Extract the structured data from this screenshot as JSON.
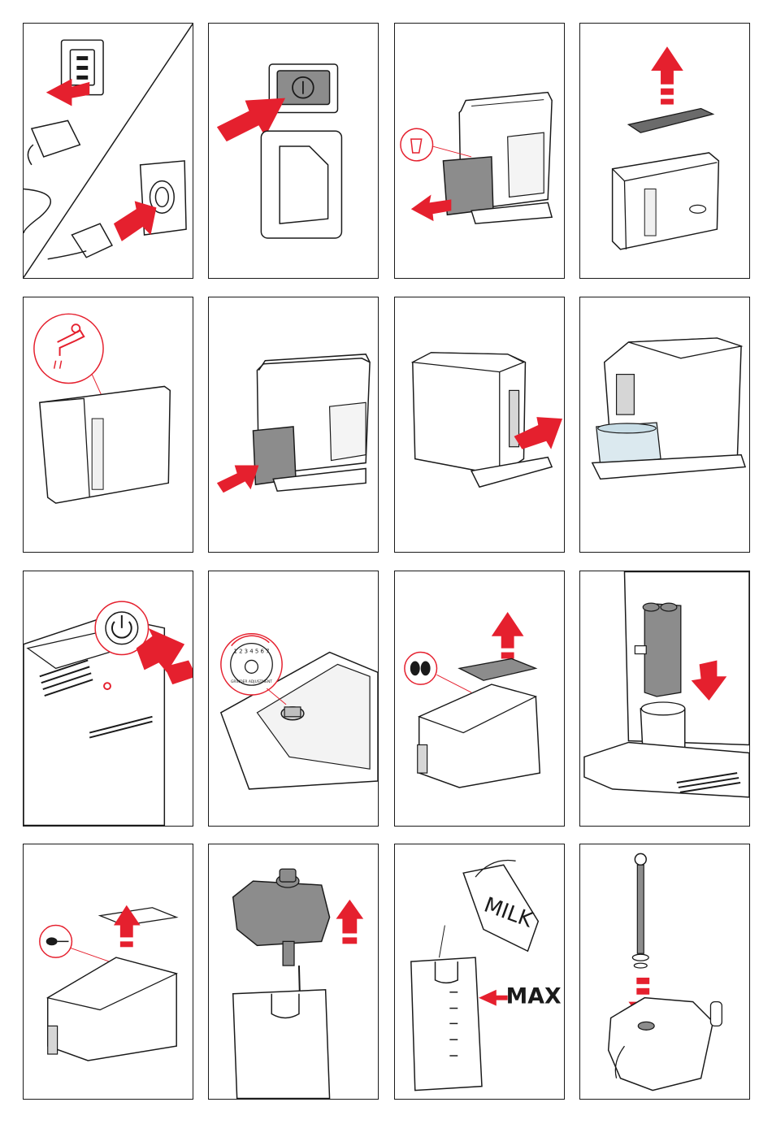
{
  "steps": [
    {
      "id": 1,
      "illustration": "power-cord-connection"
    },
    {
      "id": 2,
      "illustration": "main-power-switch"
    },
    {
      "id": 3,
      "illustration": "remove-water-tank"
    },
    {
      "id": 4,
      "illustration": "remove-tank-lid"
    },
    {
      "id": 5,
      "illustration": "fill-water-tank-tap"
    },
    {
      "id": 6,
      "illustration": "insert-water-tank"
    },
    {
      "id": 7,
      "illustration": "insert-hot-water-spout"
    },
    {
      "id": 8,
      "illustration": "container-under-spout"
    },
    {
      "id": 9,
      "illustration": "press-power-button"
    },
    {
      "id": 10,
      "illustration": "grinder-adjustment-dial"
    },
    {
      "id": 11,
      "illustration": "fill-coffee-beans"
    },
    {
      "id": 12,
      "illustration": "lower-coffee-spout"
    },
    {
      "id": 13,
      "illustration": "ground-coffee-funnel"
    },
    {
      "id": 14,
      "illustration": "lift-milk-container-lid"
    },
    {
      "id": 15,
      "illustration": "pour-milk"
    },
    {
      "id": 16,
      "illustration": "insert-milk-tube"
    }
  ],
  "labels": {
    "milk": "MILK",
    "max": "MAX",
    "grinder_numbers": "1 2 3 4 5 6 7",
    "grinder_text": "GRINDER ADJUSTMENT"
  },
  "colors": {
    "accent": "#e5202e",
    "line": "#1a1a1a",
    "grey": "#8c8c8c"
  }
}
